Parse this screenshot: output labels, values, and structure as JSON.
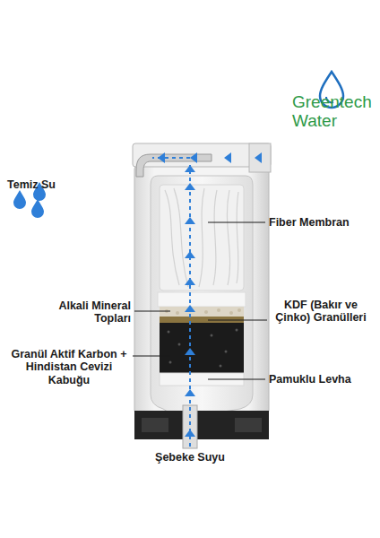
{
  "diagram": {
    "labels": [
      "Greentech Water",
      "Temiz Su",
      "Fiber Membran",
      "Alkali Mineral Topları",
      "KDF (Bakır ve Çinko) Granülleri",
      "Granül Aktif Karbon + Hindistan Cevizi Kabuğu",
      "Pamuklu Levha",
      "Şebeke Suyu"
    ]
  }
}
